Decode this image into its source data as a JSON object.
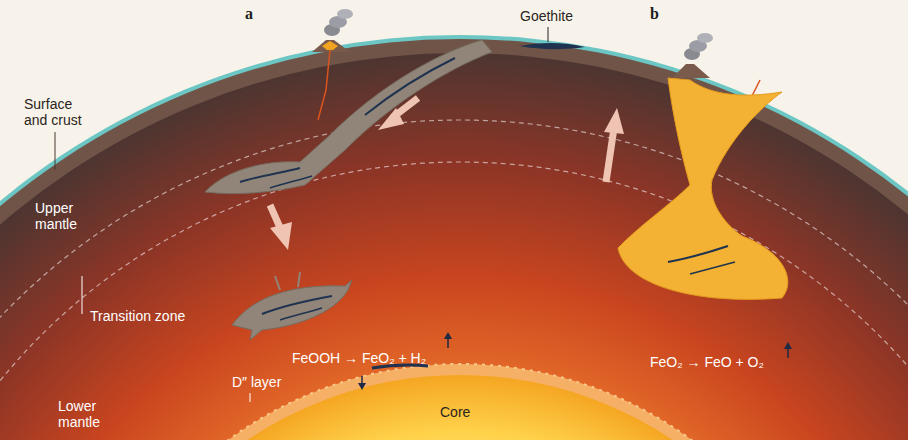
{
  "diagram": {
    "labels": [
      "a",
      "b",
      "Goethite",
      "Surface and crust",
      "Upper mantle",
      "Transition zone",
      "Lower mantle",
      "D″ layer",
      "Core",
      "FeOOH → FeO₂ + H₂",
      "FeO₂ → FeO + O₂"
    ]
  }
}
